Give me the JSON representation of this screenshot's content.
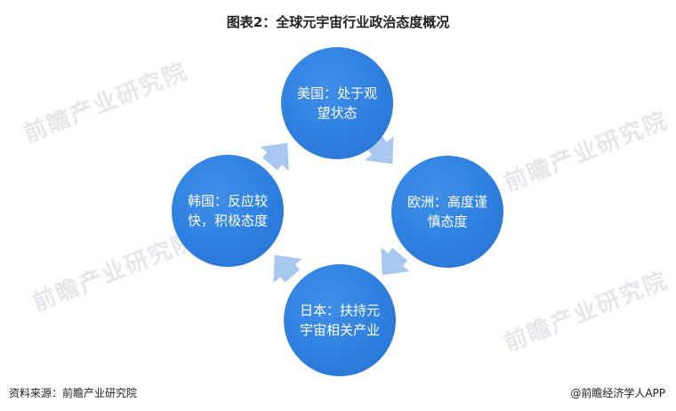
{
  "title": "图表2：全球元宇宙行业政治态度概况",
  "nodes": {
    "usa": "美国：处于观望状态",
    "europe": "欧洲：高度谨慎态度",
    "japan": "日本：扶持元宇宙相关产业",
    "korea": "韩国：反应较快，积极态度"
  },
  "watermark": "前瞻产业研究院",
  "footer": {
    "source": "资料来源：前瞻产业研究院",
    "credit": "@前瞻经济学人APP"
  },
  "colors": {
    "node": "#2f7fe0",
    "arrow": "#a9c8ef"
  }
}
